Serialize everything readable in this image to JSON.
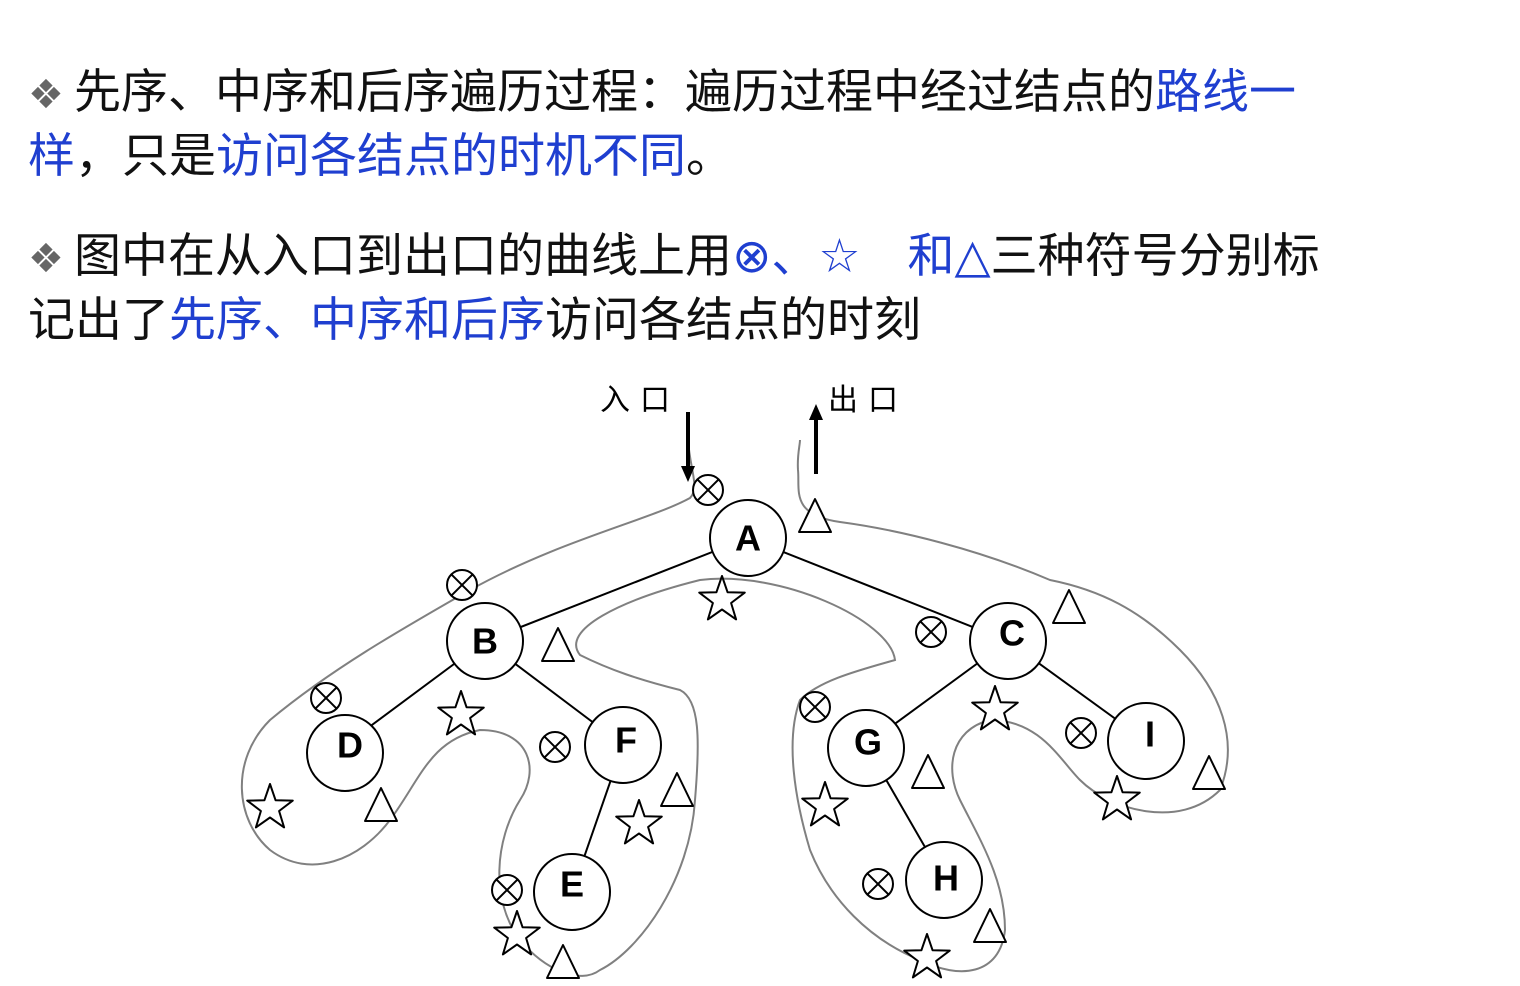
{
  "paragraph1": {
    "bullet": "❖",
    "line1_a": "先序、中序和后序遍历过程：遍历过程中经过结点的",
    "line1_b": "路线一",
    "line2_a": "样",
    "line2_b": "，只是",
    "line2_c": "访问各结点的时机不同",
    "line2_d": "。"
  },
  "paragraph2": {
    "bullet": "❖",
    "line1_a": "图中在从入口到出口的曲线上用",
    "line1_b": "⊗、☆　和△",
    "line1_c": "三种符号分别标",
    "line2_a": "记出了",
    "line2_b": "先序、中序和后序",
    "line2_c": "访问各结点的时刻"
  },
  "diagram": {
    "entry_label": "入口",
    "exit_label": "出口",
    "nodes": [
      "A",
      "B",
      "C",
      "D",
      "E",
      "F",
      "G",
      "H",
      "I"
    ],
    "symbols": {
      "preorder": "⊗",
      "inorder": "☆",
      "postorder": "△"
    }
  },
  "colors": {
    "highlight": "#1f3fd0",
    "text": "#111111",
    "curve": "#808080"
  }
}
